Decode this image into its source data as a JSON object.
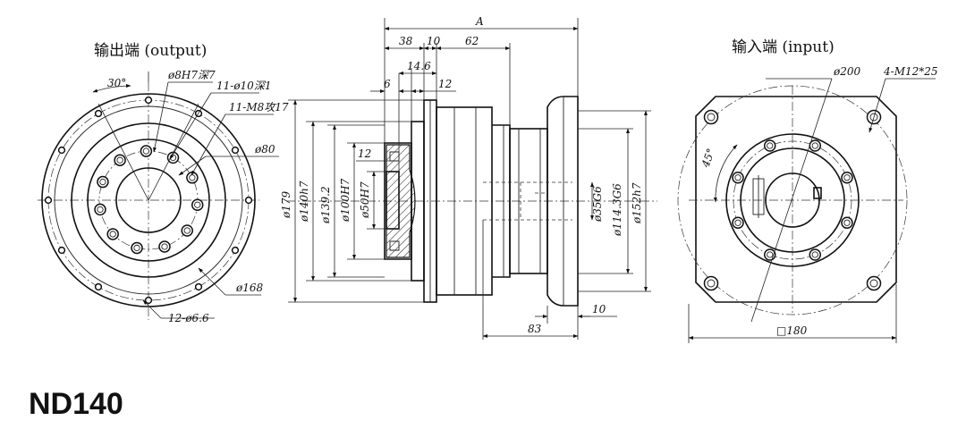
{
  "titles": {
    "output": "输出端 (output)",
    "input": "输入端 (input)",
    "model": "ND140"
  },
  "output_view": {
    "angle": "30°",
    "pin_hole": "ø8H7深7",
    "bolt_hole": "11-ø10深1",
    "thread": "11-M8攻17",
    "bore": "ø80",
    "bolt_circle": "ø168",
    "mount_holes": "12-ø6.6"
  },
  "side_view": {
    "overall": "A",
    "dim_38": "38",
    "dim_10_top": "10",
    "dim_62": "62",
    "dim_14_6": "14.6",
    "dim_6": "6",
    "dim_12_top": "12",
    "dim_12_left": "12",
    "dia_179": "ø179",
    "dia_140": "ø140h7",
    "dia_139": "ø139.2",
    "dia_100": "ø100H7",
    "dia_50": "ø50H7",
    "dia_35": "ø35G6",
    "dia_114": "ø114.3G6",
    "dia_152": "ø152h7",
    "dim_10_bottom": "10",
    "dim_83": "83"
  },
  "input_view": {
    "pcd": "ø200",
    "holes": "4-M12*25",
    "angle": "45°",
    "square": "□180"
  }
}
